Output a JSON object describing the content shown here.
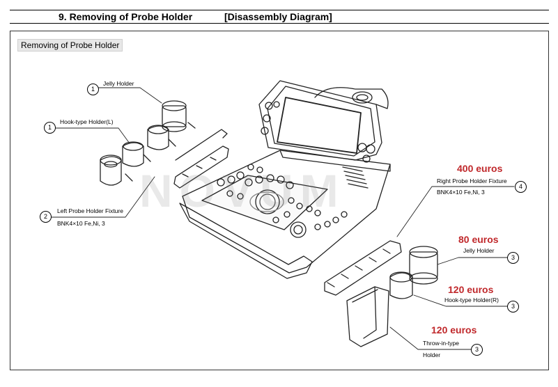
{
  "header": {
    "title": "9. Removing of Probe Holder",
    "subtitle": "[Disassembly Diagram]"
  },
  "section_label": "Removing of Probe Holder",
  "watermark": "NOVUM",
  "callouts": {
    "jelly_holder_left": {
      "number": "1",
      "label": "Jelly Holder"
    },
    "hook_holder_left": {
      "number": "1",
      "label": "Hook-type Holder(L)"
    },
    "left_fixture": {
      "number": "2",
      "label": "Left Probe Holder Fixture",
      "screw": "BNK4×10 Fe,Ni, 3"
    },
    "right_fixture": {
      "number": "4",
      "label": "Right Probe Holder Fixture",
      "screw": "BNK4×10 Fe,Ni, 3",
      "price": "400 euros"
    },
    "jelly_holder_right": {
      "number": "3",
      "label": "Jelly Holder",
      "price": "80 euros"
    },
    "hook_holder_right": {
      "number": "3",
      "label": "Hook-type Holder(R)",
      "price": "120 euros"
    },
    "throw_in_holder": {
      "number": "3",
      "label_line1": "Throw-in-type",
      "label_line2": "Holder",
      "price": "120 euros"
    }
  }
}
